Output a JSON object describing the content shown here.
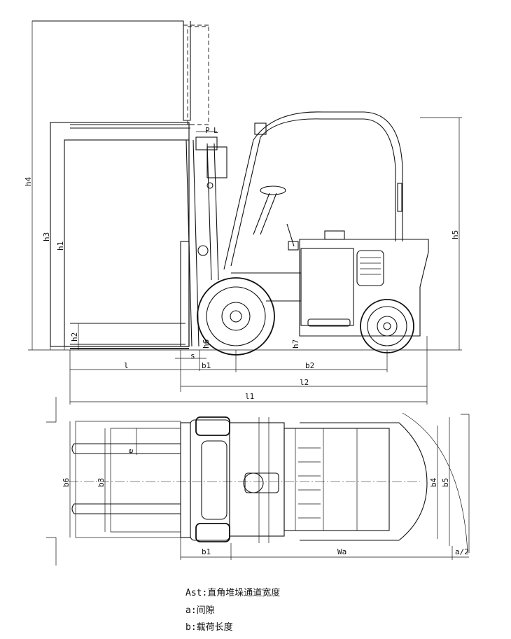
{
  "side_view": {
    "labels": {
      "h4": "h4",
      "h3": "h3",
      "h1": "h1",
      "h2": "h2",
      "h5": "h5",
      "h6": "h6",
      "h7": "h7",
      "s": "s",
      "l": "l",
      "b1": "b1",
      "b2": "b2",
      "l2": "l2",
      "l1": "l1"
    }
  },
  "top_view": {
    "labels": {
      "e": "e",
      "b6": "b6",
      "b3": "b3",
      "b4": "b4",
      "b5": "b5",
      "b1": "b1",
      "wa": "Wa",
      "a_half": "a/2"
    }
  },
  "legend": {
    "ast": "Ast:直角堆垛通道宽度",
    "a": "a:间隙",
    "b": "b:载荷长度"
  }
}
